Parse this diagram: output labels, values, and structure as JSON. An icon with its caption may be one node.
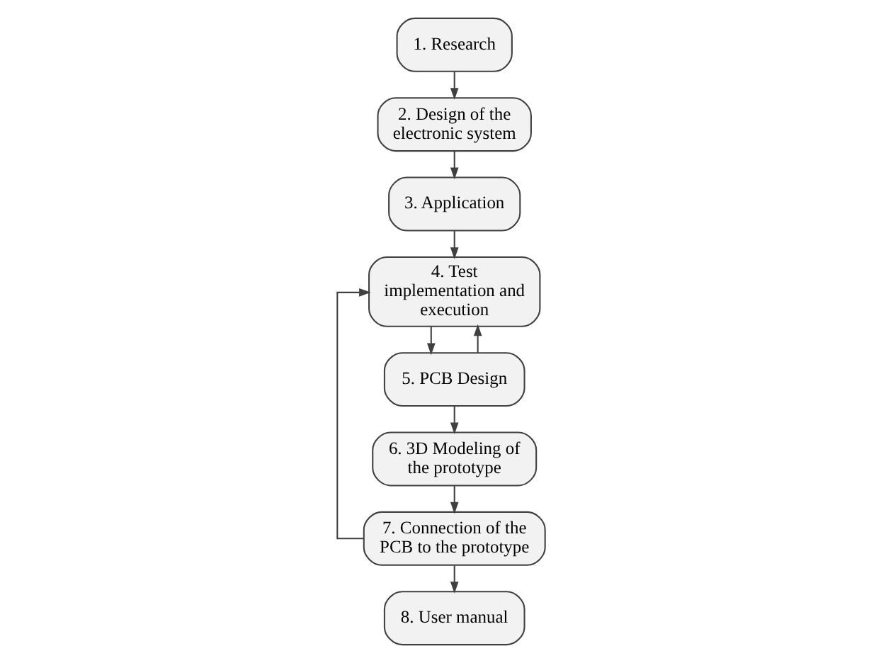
{
  "diagram": {
    "nodes": [
      {
        "text": [
          "1. Research"
        ]
      },
      {
        "text": [
          "2. Design of the electronic system"
        ]
      },
      {
        "text": [
          "3. Application"
        ]
      },
      {
        "text": [
          "4. Test implementation and execution"
        ]
      },
      {
        "text": [
          "5. PCB Design"
        ]
      },
      {
        "text": [
          "6. 3D Modeling of the prototype"
        ]
      },
      {
        "text": [
          "7. Connection of the PCB to the prototype"
        ]
      },
      {
        "text": [
          "8. User manual"
        ]
      }
    ],
    "edges": [
      {
        "from": 0,
        "to": 1,
        "arrow": "to"
      },
      {
        "from": 1,
        "to": 2,
        "arrow": "to"
      },
      {
        "from": 2,
        "to": 3,
        "arrow": "to"
      },
      {
        "from": 3,
        "to": 4,
        "arrow": "to"
      },
      {
        "from": 4,
        "to": 3,
        "arrow": "to"
      },
      {
        "from": 4,
        "to": 5,
        "arrow": "to"
      },
      {
        "from": 5,
        "to": 6,
        "arrow": "to"
      },
      {
        "from": 6,
        "to": 3,
        "arrow": "to"
      },
      {
        "from": 6,
        "to": 7,
        "arrow": "to"
      }
    ]
  }
}
